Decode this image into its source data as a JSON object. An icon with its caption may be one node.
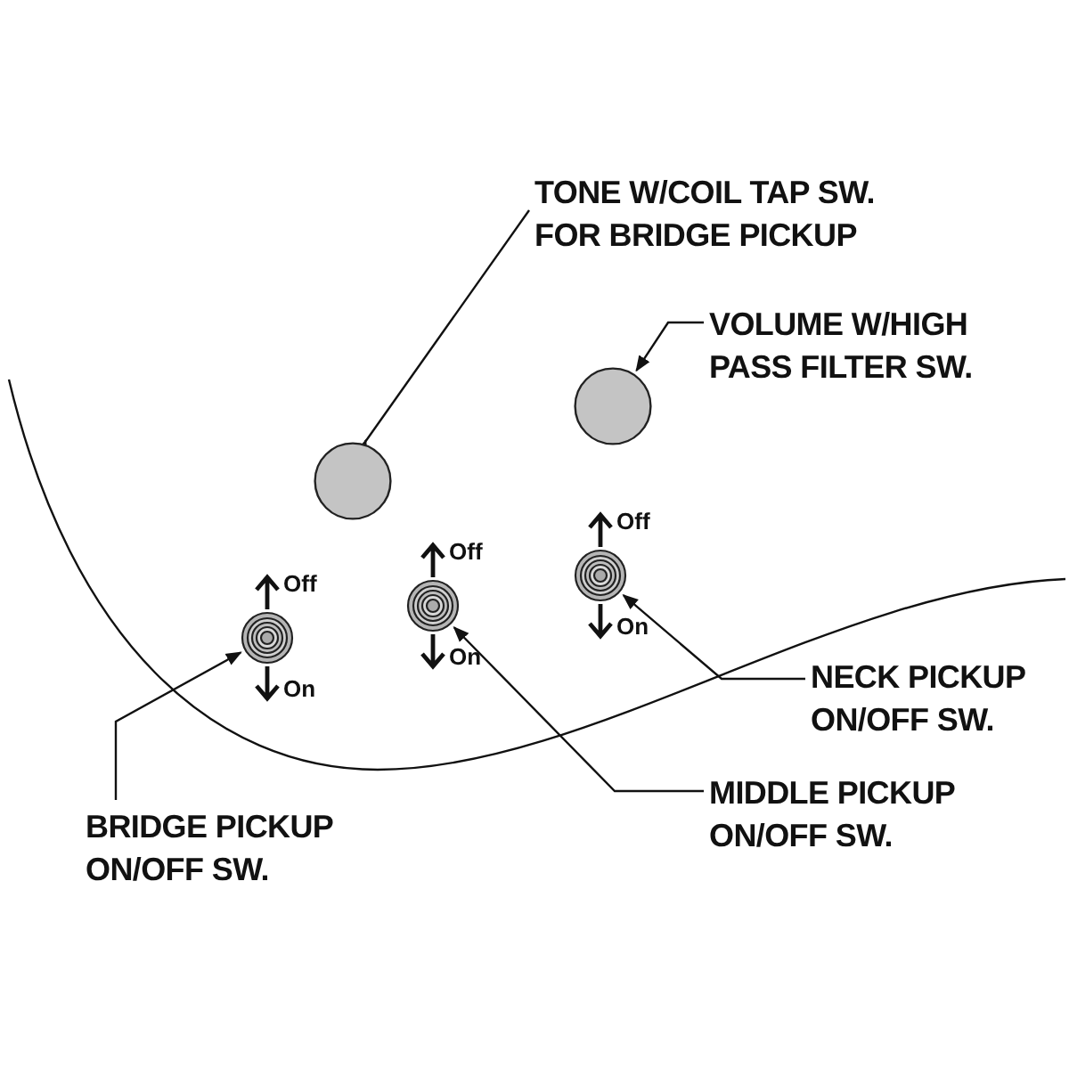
{
  "diagram": {
    "nodes": [
      {
        "text": [
          "TONE W/COIL TAP SW. FOR BRIDGE PICKUP"
        ]
      },
      {
        "text": [
          "VOLUME W/HIGH PASS FILTER SW."
        ]
      },
      {
        "text": [],
        "shape": "circle"
      },
      {
        "text": [],
        "shape": "circle"
      },
      {
        "text": [],
        "shape": "circle"
      },
      {
        "text": [],
        "shape": "circle"
      },
      {
        "text": [],
        "shape": "circle"
      },
      {
        "text": [
          "NECK PICKUP ON/OFF SW."
        ]
      },
      {
        "text": [
          "MIDDLE PICKUP ON/OFF SW."
        ]
      },
      {
        "text": [
          "BRIDGE PICKUP ON/OFF SW."
        ]
      }
    ],
    "edges": [
      {
        "from": 0,
        "to": 2,
        "arrow": "to"
      },
      {
        "from": 1,
        "to": 3,
        "arrow": "to"
      },
      {
        "from": 9,
        "to": 4,
        "arrow": "to"
      },
      {
        "from": 8,
        "to": 5,
        "arrow": "to"
      },
      {
        "from": 7,
        "to": 6,
        "arrow": "to"
      }
    ],
    "labels": [
      "Off",
      "On",
      "Off",
      "On",
      "Off",
      "On"
    ]
  }
}
